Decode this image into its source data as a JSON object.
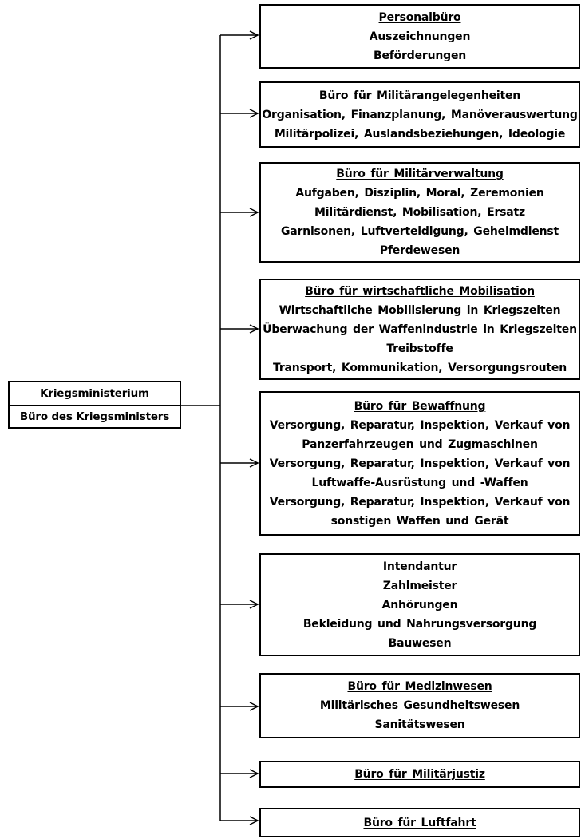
{
  "diagram": {
    "type": "org-chart",
    "language": "de"
  },
  "colors": {
    "line": "#000000",
    "text": "#000000",
    "background": "#ffffff"
  },
  "root": {
    "title": "Kriegsministerium",
    "subtitle": "Büro des Kriegsministers"
  },
  "boxes": [
    {
      "title": "Personalbüro",
      "lines": [
        "Auszeichnungen",
        "Beförderungen"
      ]
    },
    {
      "title": "Büro für Militärangelegenheiten",
      "lines": [
        "Organisation, Finanzplanung, Manöverauswertung",
        "Militärpolizei, Auslandsbeziehungen, Ideologie"
      ]
    },
    {
      "title": "Büro für Militärverwaltung",
      "lines": [
        "Aufgaben, Disziplin, Moral, Zeremonien",
        "Militärdienst, Mobilisation, Ersatz",
        "Garnisonen, Luftverteidigung, Geheimdienst",
        "Pferdewesen"
      ]
    },
    {
      "title": "Büro für wirtschaftliche Mobilisation",
      "lines": [
        "Wirtschaftliche Mobilisierung in Kriegszeiten",
        "Überwachung der Waffenindustrie in Kriegszeiten",
        "Treibstoffe",
        "Transport, Kommunikation, Versorgungsrouten"
      ]
    },
    {
      "title": "Büro für Bewaffnung",
      "lines": [
        "Versorgung, Reparatur, Inspektion, Verkauf von",
        "Panzerfahrzeugen und Zugmaschinen",
        "Versorgung, Reparatur, Inspektion, Verkauf von",
        "Luftwaffe-Ausrüstung und -Waffen",
        "Versorgung, Reparatur, Inspektion, Verkauf von",
        "sonstigen Waffen und Gerät"
      ]
    },
    {
      "title": "Intendantur",
      "lines": [
        "Zahlmeister",
        "Anhörungen",
        "Bekleidung und Nahrungsversorgung",
        "Bauwesen"
      ]
    },
    {
      "title": "Büro für Medizinwesen",
      "lines": [
        "Militärisches Gesundheitswesen",
        "Sanitätswesen"
      ]
    },
    {
      "title": "Büro für Militärjustiz",
      "lines": []
    },
    {
      "title": "Büro für Luftfahrt",
      "lines": []
    }
  ]
}
